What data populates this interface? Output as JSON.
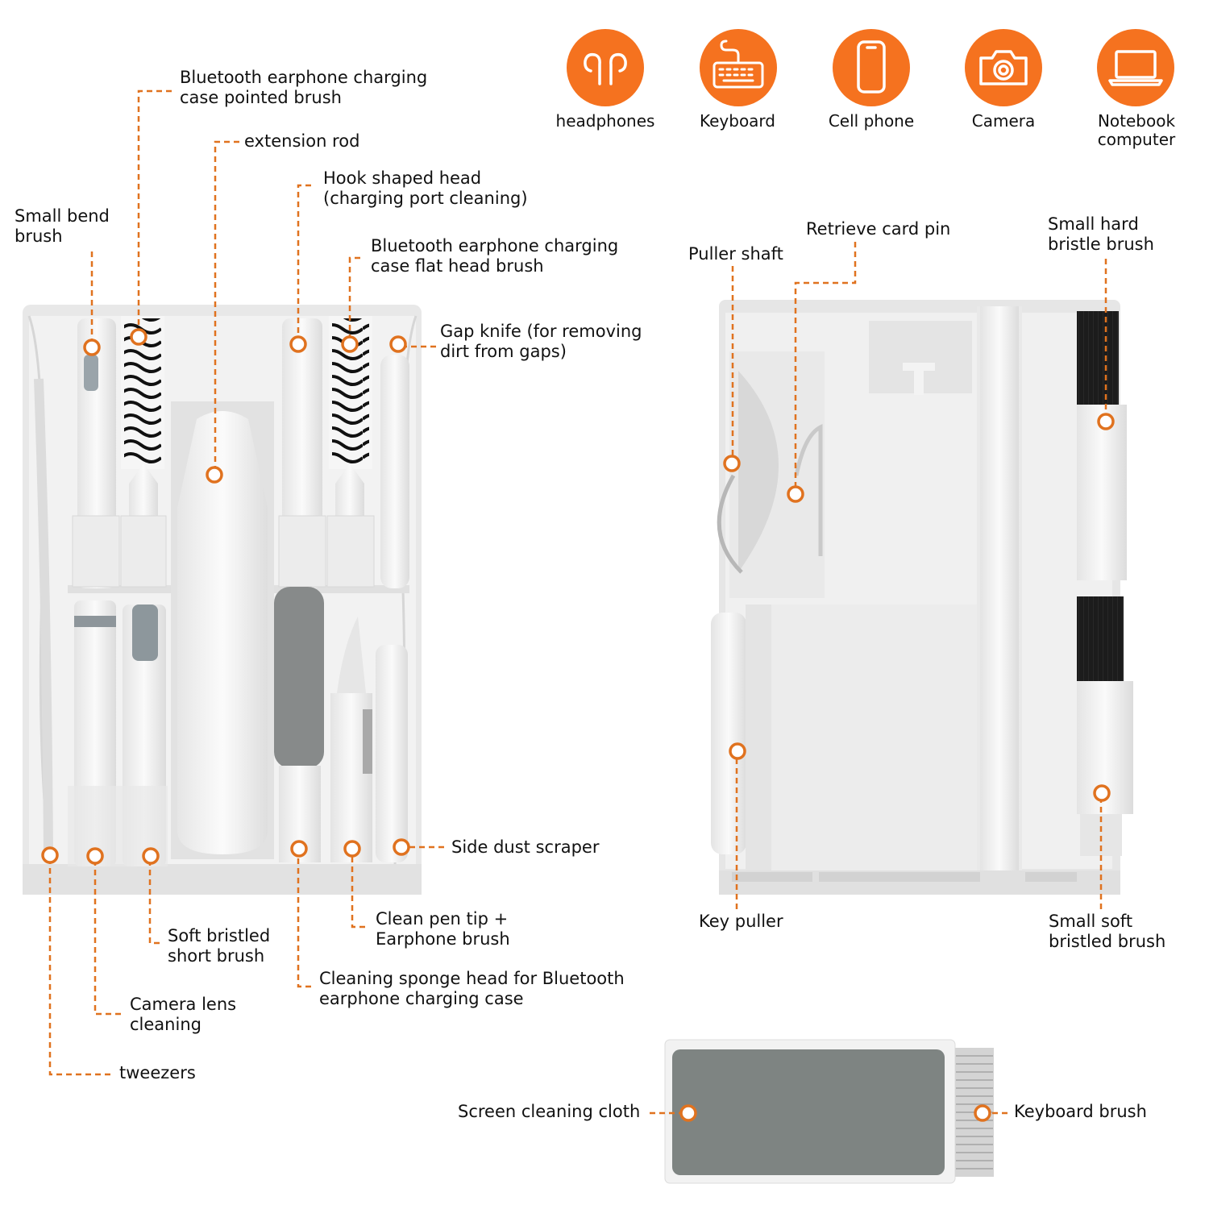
{
  "colors": {
    "accent": "#f5721f",
    "tray": "#eeeeee",
    "tray_dark": "#d4d4d4",
    "bristle": "#1c1c1c",
    "cloth": "#7d8380"
  },
  "device_icons": [
    {
      "icon": "headphones-icon",
      "label": "headphones"
    },
    {
      "icon": "keyboard-icon",
      "label": "Keyboard"
    },
    {
      "icon": "cell-phone-icon",
      "label": "Cell phone"
    },
    {
      "icon": "camera-icon",
      "label": "Camera"
    },
    {
      "icon": "notebook-computer-icon",
      "label": "Notebook computer"
    }
  ],
  "left_tray_labels": {
    "pointed_brush": "Bluetooth earphone charging case pointed brush",
    "extension_rod": "extension rod",
    "hook_head": "Hook shaped head (charging port cleaning)",
    "small_bend_brush": "Small bend brush",
    "flat_head_brush": "Bluetooth earphone charging case flat head brush",
    "gap_knife": "Gap knife (for removing dirt from gaps)",
    "side_dust_scraper": "Side dust scraper",
    "soft_short_brush": "Soft bristled short brush",
    "clean_pen_tip": "Clean pen tip + Earphone brush",
    "sponge_head": "Cleaning sponge head for Bluetooth earphone charging case",
    "camera_lens": "Camera lens cleaning",
    "tweezers": "tweezers"
  },
  "right_tray_labels": {
    "retrieve_card_pin": "Retrieve card pin",
    "puller_shaft": "Puller shaft",
    "small_hard_brush": "Small hard bristle brush",
    "key_puller": "Key puller",
    "small_soft_brush": "Small soft bristled brush"
  },
  "cloth_labels": {
    "screen_cloth": "Screen cleaning cloth",
    "keyboard_brush": "Keyboard brush"
  }
}
